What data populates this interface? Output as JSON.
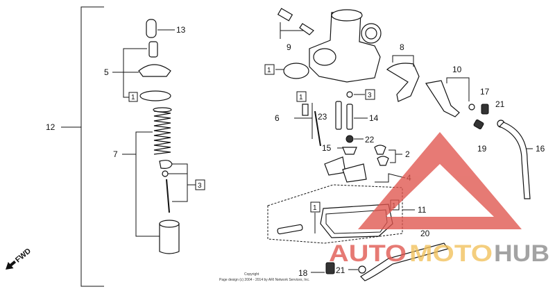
{
  "callouts": {
    "c1a": "1",
    "c1b": "1",
    "c1c": "1",
    "c1d": "1",
    "c2": "2",
    "c3a": "3",
    "c3b": "3",
    "c4": "4",
    "c5": "5",
    "c6": "6",
    "c7": "7",
    "c8": "8",
    "c9": "9",
    "c10": "10",
    "c11": "11",
    "c12": "12",
    "c13": "13",
    "c14": "14",
    "c15": "15",
    "c16": "16",
    "c17": "17",
    "c18": "18",
    "c19": "19",
    "c20": "20",
    "c21a": "21",
    "c21b": "21",
    "c22": "22",
    "c23": "23"
  },
  "fwd_label": "FWD",
  "copyright": {
    "line1": "Copyright",
    "line2": "Page design (c) 2004 - 2014 by ARI Network Services, Inc."
  },
  "watermark": {
    "part1": "AUTO",
    "part2": "MOTO",
    "part3": "HUB",
    "colors": {
      "red": "#e0554e",
      "yellow": "#f2c15a",
      "gray": "#8a8a8a"
    }
  }
}
